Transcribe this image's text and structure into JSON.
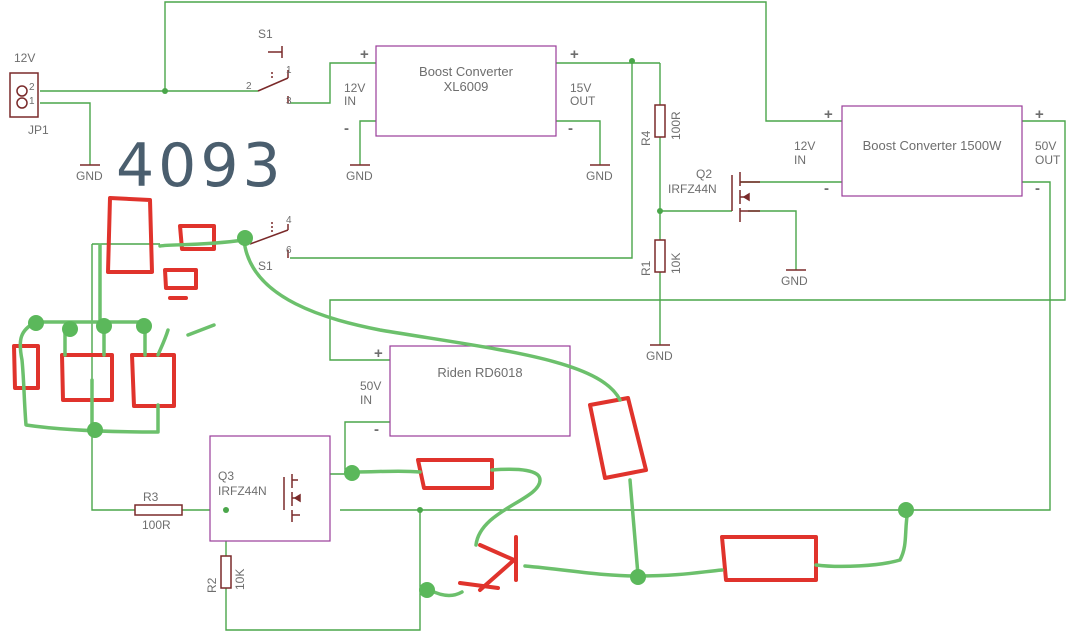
{
  "jp1": {
    "ref": "JP1",
    "value": "12V",
    "pin_top": "2",
    "pin_bottom": "1"
  },
  "s1": {
    "ref_top": "S1",
    "ref_bottom": "S1",
    "pin1": "1",
    "pin2": "2",
    "pin3": "3",
    "pin4": "4",
    "pin6": "6"
  },
  "xl6009": {
    "title": "Boost Converter",
    "subtitle": "XL6009",
    "in_label": "12V",
    "in_sub": "IN",
    "out_label": "15V",
    "out_sub": "OUT",
    "plus": "+",
    "minus": "-"
  },
  "boost1500": {
    "title": "Boost Converter 1500W",
    "in_label": "12V",
    "in_sub": "IN",
    "out_label": "50V",
    "out_sub": "OUT",
    "plus": "+",
    "minus": "-"
  },
  "riden": {
    "title": "Riden RD6018",
    "in_label": "50V",
    "in_sub": "IN",
    "plus": "+",
    "minus": "-"
  },
  "r4": {
    "ref": "R4",
    "value": "100R"
  },
  "r1": {
    "ref": "R1",
    "value": "10K"
  },
  "r3": {
    "ref": "R3",
    "value": "100R"
  },
  "r2": {
    "ref": "R2",
    "value": "10K"
  },
  "q2": {
    "ref": "Q2",
    "value": "IRFZ44N"
  },
  "q3": {
    "ref": "Q3",
    "value": "IRFZ44N"
  },
  "gnd": {
    "label": "GND"
  },
  "handwritten": {
    "text": "4093"
  }
}
